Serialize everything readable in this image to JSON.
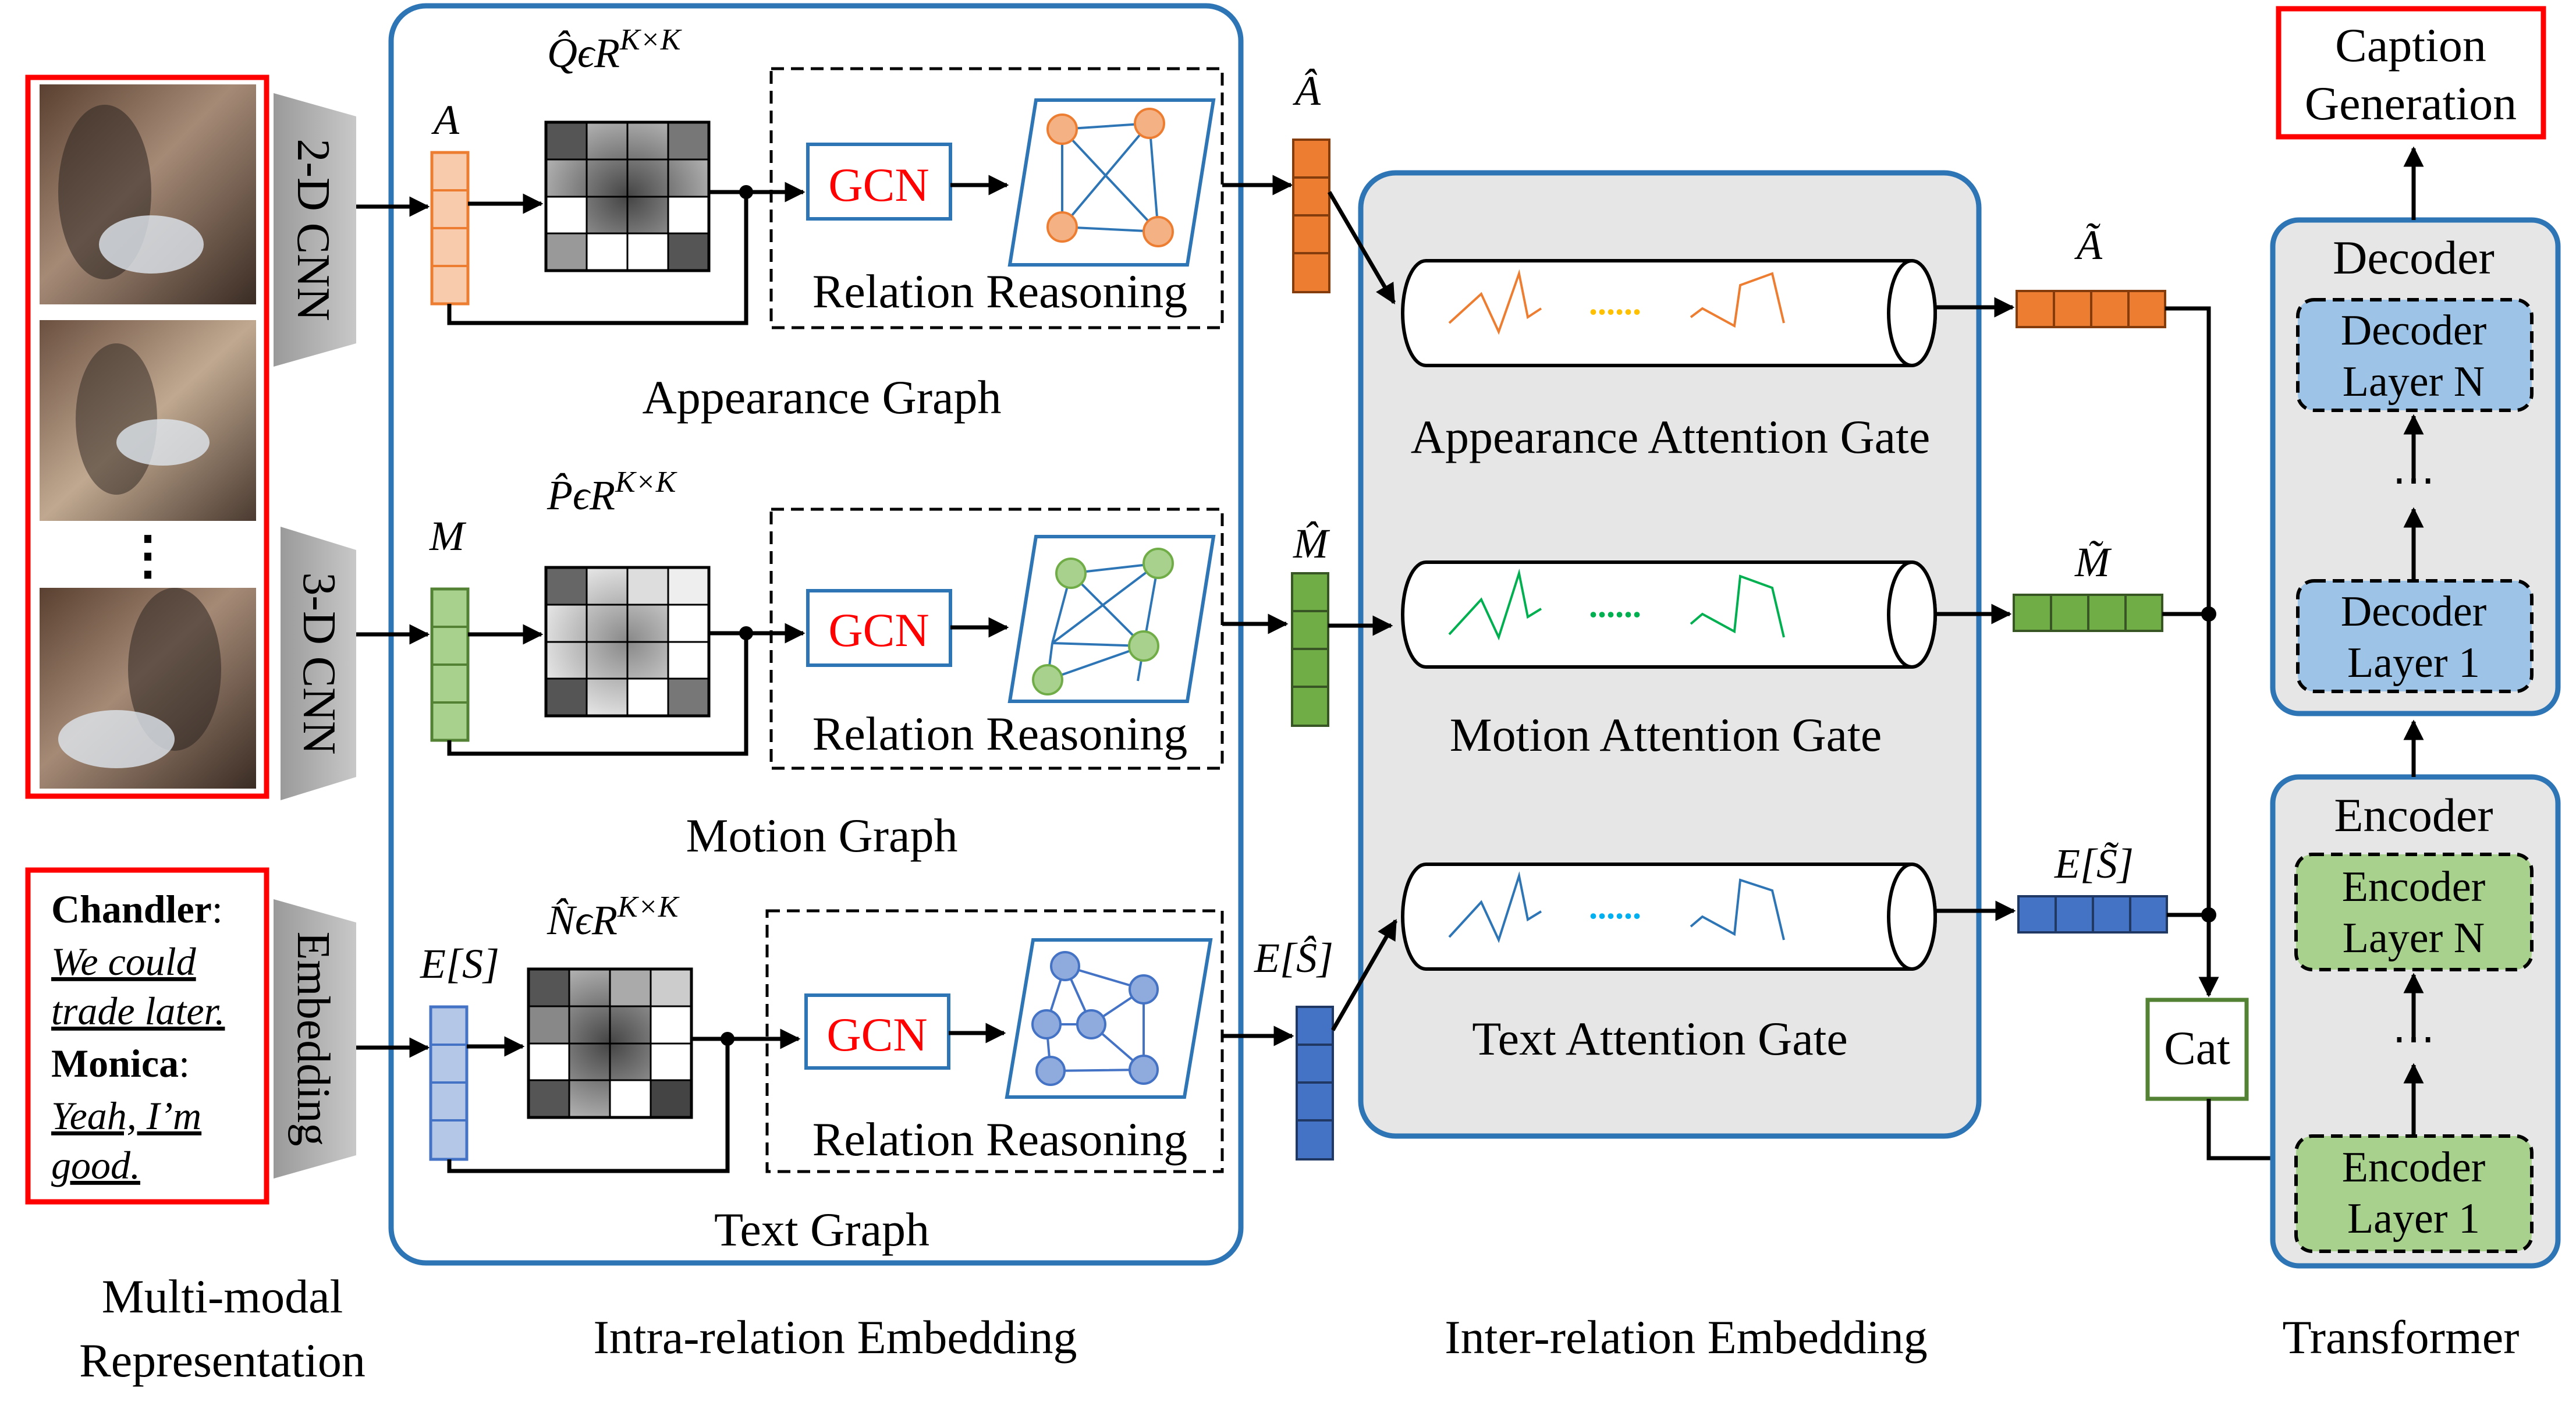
{
  "diagram": {
    "multimodal": {
      "label_line1": "Multi-modal",
      "label_line2": "Representation",
      "ellipsis": "⋮",
      "cnn2d": "2-D CNN",
      "cnn3d": "3-D CNN",
      "embedding": "Embedding",
      "dialogue": {
        "speaker1": "Chandler",
        "speaker1_sep": ":",
        "line1a": "We could",
        "line1b": "trade later.",
        "speaker2": "Monica",
        "speaker2_sep": ":",
        "line2a": "Yeah, I’m",
        "line2b": "good."
      }
    },
    "intra": {
      "section_label": "Intra-relation Embedding",
      "appearance": {
        "graph_label": "Appearance Graph",
        "feature": "A",
        "matrix": "Q̂ϵR",
        "matrix_sup": "K×K",
        "gcn": "GCN",
        "relation": "Relation Reasoning",
        "output": "Â"
      },
      "motion": {
        "graph_label": "Motion Graph",
        "feature": "M",
        "matrix": "P̂ϵR",
        "matrix_sup": "K×K",
        "gcn": "GCN",
        "relation": "Relation Reasoning",
        "output": "M̂"
      },
      "text": {
        "graph_label": "Text Graph",
        "feature": "E[S]",
        "matrix": "N̂ϵR",
        "matrix_sup": "K×K",
        "gcn": "GCN",
        "relation": "Relation Reasoning",
        "output": "E[Ŝ]"
      }
    },
    "inter": {
      "section_label": "Inter-relation Embedding",
      "appearance_gate": "Appearance Attention Gate",
      "motion_gate": "Motion Attention Gate",
      "text_gate": "Text Attention Gate",
      "dots": "......",
      "out_appearance": "Ã",
      "out_motion": "M̃",
      "out_text": "E[S̃]"
    },
    "transformer": {
      "section_label": "Transformer",
      "caption_line1": "Caption",
      "caption_line2": "Generation",
      "cat": "Cat",
      "decoder": "Decoder",
      "decoder_top_l1": "Decoder",
      "decoder_top_l2": "Layer N",
      "decoder_bottom_l1": "Decoder",
      "decoder_bottom_l2": "Layer 1",
      "encoder": "Encoder",
      "encoder_top_l1": "Encoder",
      "encoder_top_l2": "Layer N",
      "encoder_bottom_l1": "Encoder",
      "encoder_bottom_l2": "Layer 1",
      "vdots": "⋯"
    },
    "colors": {
      "appearance": "#ed7d31",
      "motion": "#70ad47",
      "text": "#4472c4",
      "frame_blue": "#2e75b6",
      "red": "#ff0000",
      "cat_green": "#548235"
    }
  }
}
